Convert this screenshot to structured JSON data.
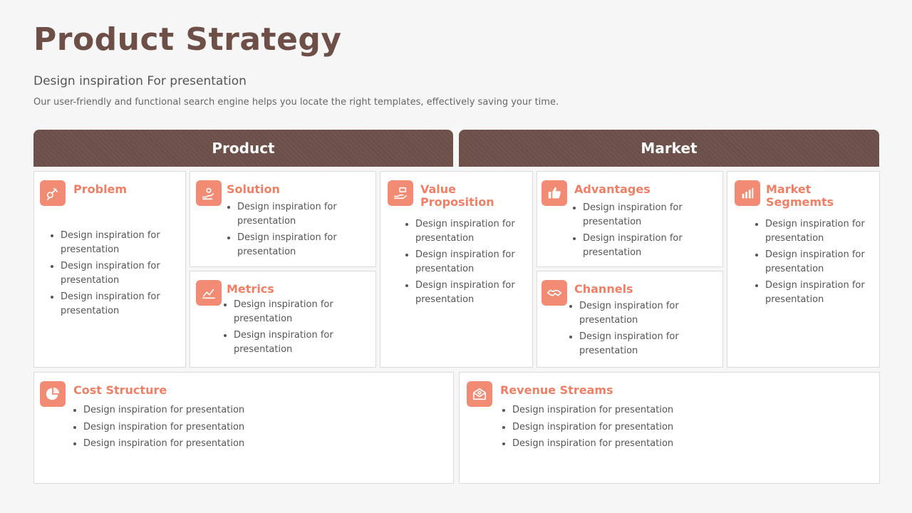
{
  "header": {
    "title": "Product Strategy",
    "subtitle": "Design inspiration For presentation",
    "description": "Our user-friendly and functional search engine helps you locate the right templates, effectively saving your time."
  },
  "sections": {
    "product": "Product",
    "market": "Market"
  },
  "colors": {
    "brown": "#6b4f48",
    "accent": "#f28b73",
    "text": "#555555"
  },
  "cards": {
    "problem": {
      "title": "Problem",
      "icon": "satellite-icon",
      "points": [
        "Design inspiration for presentation",
        "Design inspiration for presentation",
        "Design inspiration for presentation"
      ]
    },
    "solution": {
      "title": "Solution",
      "icon": "hand-gear-icon",
      "points": [
        "Design inspiration for presentation",
        "Design inspiration for presentation"
      ]
    },
    "metrics": {
      "title": "Metrics",
      "icon": "chart-area-icon",
      "points": [
        "Design inspiration for presentation",
        "Design inspiration for presentation"
      ]
    },
    "value": {
      "title": "Value Proposition",
      "icon": "hand-money-icon",
      "points": [
        "Design inspiration for presentation",
        "Design inspiration for presentation",
        "Design inspiration for presentation"
      ]
    },
    "advantages": {
      "title": "Advantages",
      "icon": "thumbs-up-icon",
      "points": [
        "Design inspiration for presentation",
        "Design inspiration for presentation"
      ]
    },
    "channels": {
      "title": "Channels",
      "icon": "handshake-icon",
      "points": [
        "Design inspiration for presentation",
        "Design inspiration for presentation"
      ]
    },
    "segments": {
      "title": "Market Segmemts",
      "icon": "bar-chart-icon",
      "points": [
        "Design inspiration for presentation",
        "Design inspiration for presentation",
        "Design inspiration for presentation"
      ]
    },
    "cost": {
      "title": "Cost Structure",
      "icon": "pie-chart-icon",
      "points": [
        "Design inspiration for presentation",
        "Design inspiration for presentation",
        "Design inspiration for presentation"
      ]
    },
    "revenue": {
      "title": "Revenue Streams",
      "icon": "mail-money-icon",
      "points": [
        "Design inspiration for presentation",
        "Design inspiration for presentation",
        "Design inspiration for presentation"
      ]
    }
  }
}
